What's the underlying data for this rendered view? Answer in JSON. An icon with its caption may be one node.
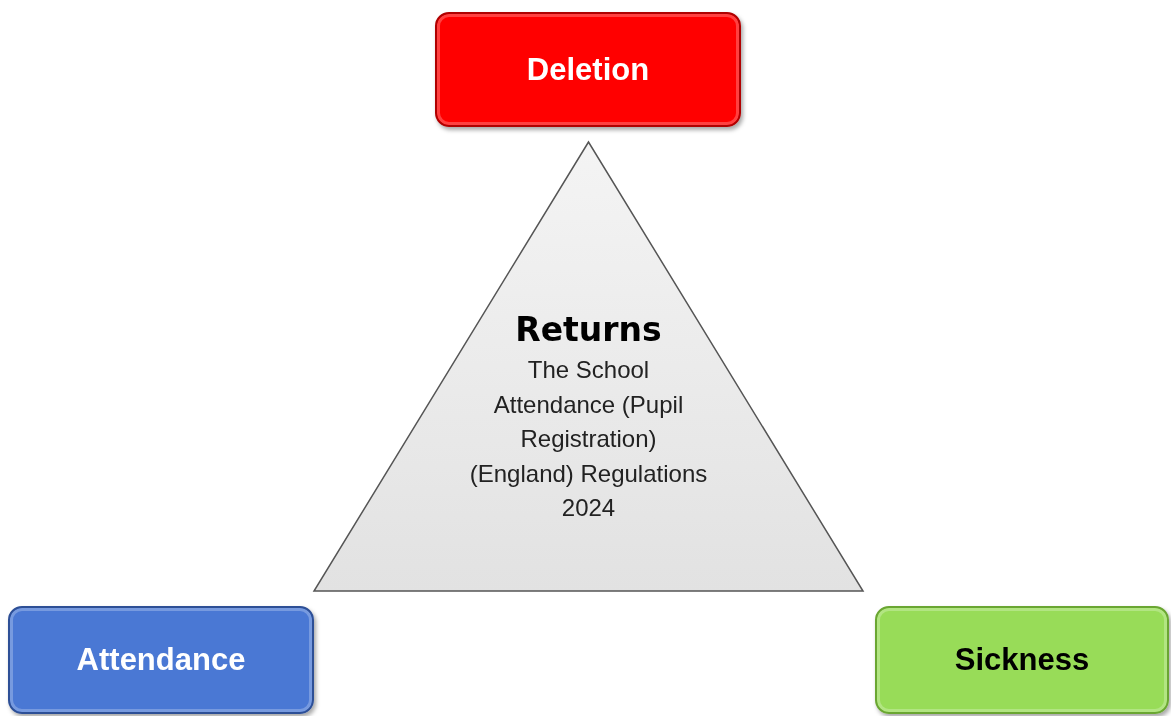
{
  "diagram": {
    "nodes": [
      {
        "text": [
          "Deletion"
        ]
      },
      {
        "text": [
          "Returns",
          "The School Attendance (Pupil Registration) (England) Regulations 2024"
        ]
      },
      {
        "text": [
          "Attendance"
        ]
      },
      {
        "text": [
          "Sickness"
        ]
      }
    ]
  }
}
